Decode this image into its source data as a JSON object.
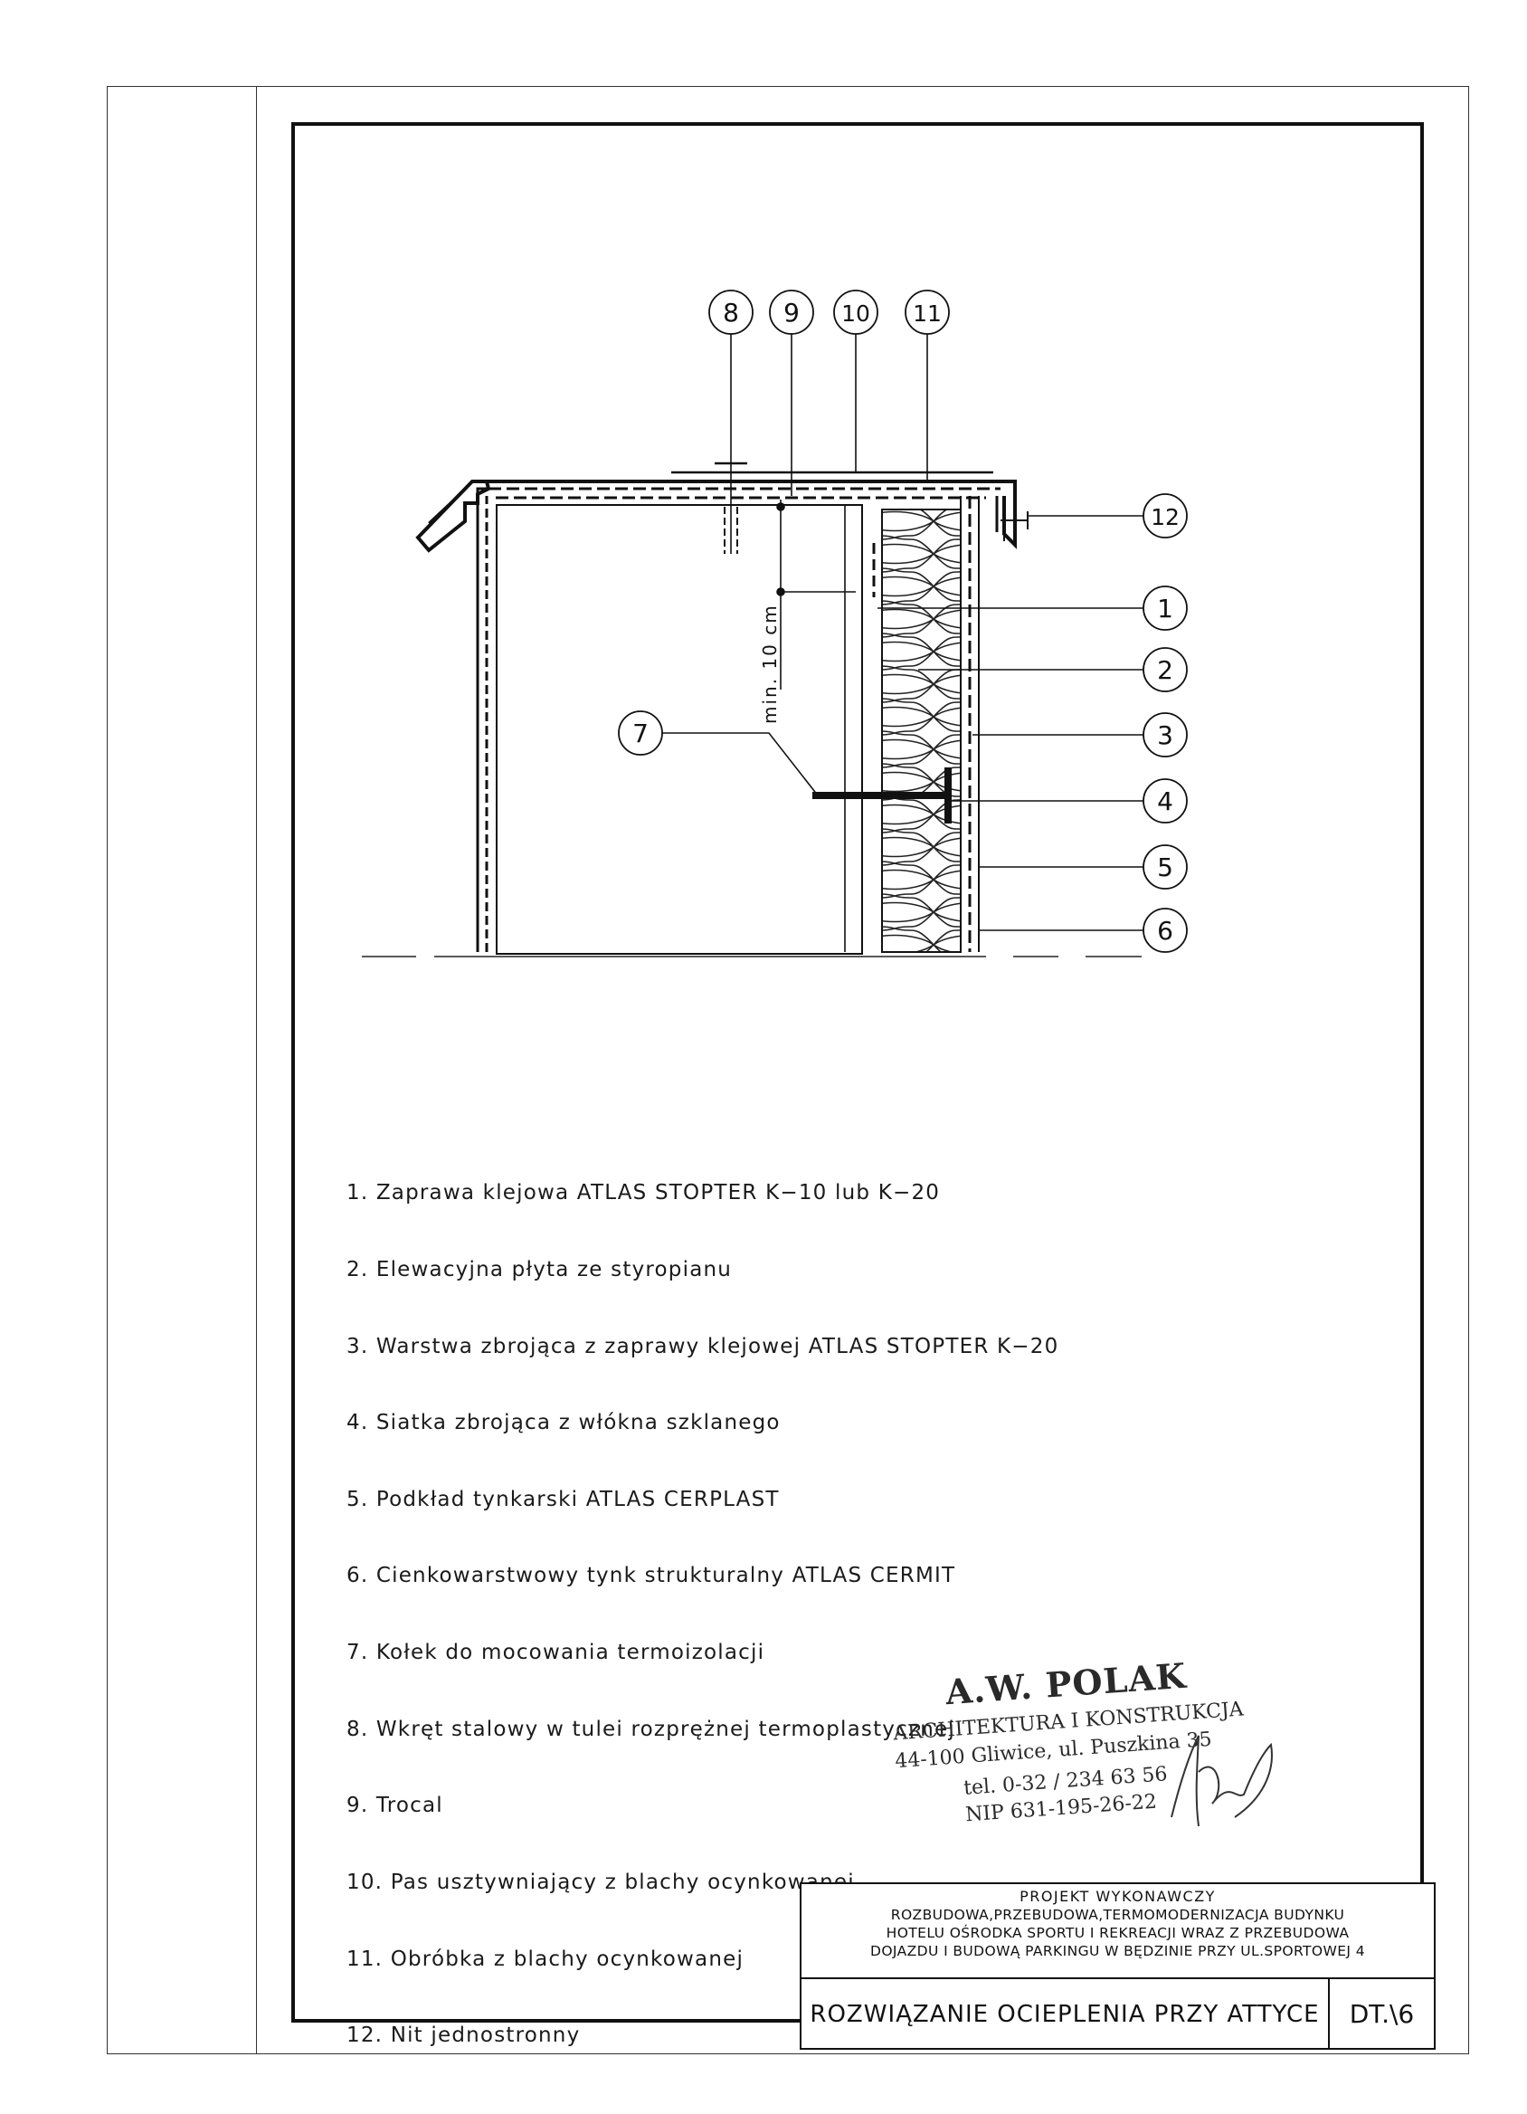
{
  "callouts": [
    "8",
    "9",
    "10",
    "11",
    "12",
    "1",
    "2",
    "3",
    "4",
    "5",
    "6",
    "7"
  ],
  "dimension_label": "min. 10 cm",
  "legend": [
    "1. Zaprawa klejowa ATLAS STOPTER K−10 lub K−20",
    "2. Elewacyjna płyta ze styropianu",
    "3. Warstwa zbrojąca z zaprawy klejowej ATLAS STOPTER K−20",
    "4. Siatka zbrojąca z włókna szklanego",
    "5. Podkład tynkarski ATLAS CERPLAST",
    "6. Cienkowarstwowy tynk strukturalny ATLAS CERMIT",
    "7. Kołek do mocowania termoizolacji",
    "8. Wkręt stalowy w tulei rozprężnej termoplastycznej",
    "9. Trocal",
    "10. Pas usztywniający z blachy ocynkowanej",
    "11. Obróbka z blachy ocynkowanej",
    "12. Nit jednostronny"
  ],
  "stamp": {
    "firm": "A.W. POLAK",
    "line1": "ARCHITEKTURA I KONSTRUKCJA",
    "line2": "44-100 Gliwice, ul. Puszkina 35",
    "line3": "tel. 0-32 / 234 63 56",
    "line4": "NIP 631-195-26-22"
  },
  "title_block": {
    "header": "PROJEKT WYKONAWCZY",
    "line1": "ROZBUDOWA,PRZEBUDOWA,TERMOMODERNIZACJA BUDYNKU",
    "line2": "HOTELU OŚRODKA SPORTU I REKREACJI WRAZ Z PRZEBUDOWA",
    "line3": "DOJAZDU I BUDOWĄ PARKINGU W BĘDZINIE PRZY UL.SPORTOWEJ 4",
    "title": "ROZWIĄZANIE OCIEPLENIA PRZY ATTYCE",
    "code": "DT.\\6"
  }
}
